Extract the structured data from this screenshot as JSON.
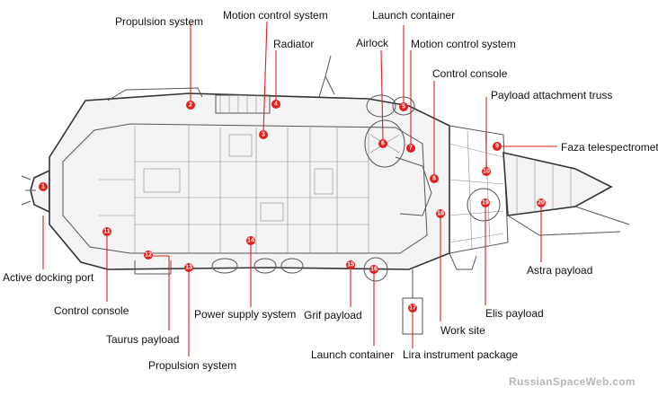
{
  "colors": {
    "callout": "#e0201c",
    "leader": "#e0201c",
    "text": "#111111",
    "credit": "#b7b7b7",
    "outline": "#333333"
  },
  "labels": {
    "propulsion_top": "Propulsion system",
    "motion_control_top": "Motion control system",
    "radiator": "Radiator",
    "launch_container_top": "Launch container",
    "airlock": "Airlock",
    "motion_control_right": "Motion control system",
    "control_console_top": "Control console",
    "payload_truss": "Payload attachment truss",
    "faza": "Faza telespectrometer",
    "active_docking": "Active docking port",
    "control_console_bottom": "Control console",
    "taurus": "Taurus payload",
    "propulsion_bottom": "Propulsion system",
    "power_supply": "Power supply system",
    "grif": "Grif payload",
    "launch_container_bottom": "Launch container",
    "lira": "Lira instrument package",
    "work_site": "Work site",
    "elis": "Elis payload",
    "astra": "Astra payload"
  },
  "callouts": [
    "1",
    "2",
    "3",
    "4",
    "5",
    "6",
    "7",
    "8",
    "9",
    "10",
    "11",
    "12",
    "13",
    "14",
    "15",
    "16",
    "17",
    "18",
    "19",
    "20"
  ],
  "credit": "RussianSpaceWeb.com"
}
